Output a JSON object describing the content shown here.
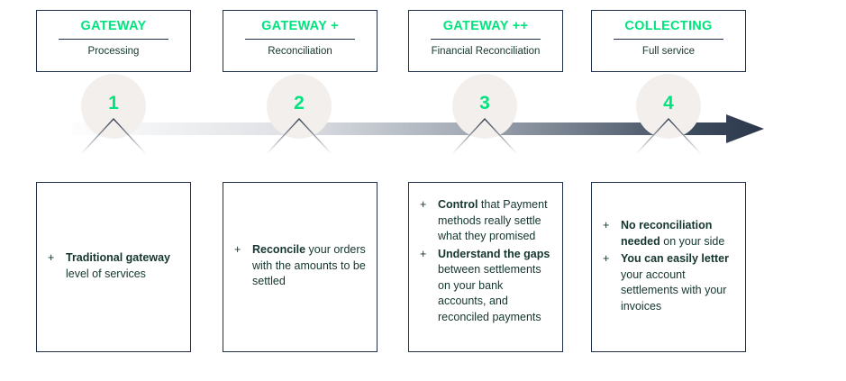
{
  "diagram": {
    "title_colors": {
      "accent_green": "#00e47e",
      "dark_navy": "#1f2f4a",
      "dark_green_text": "#14352e",
      "circle_fill": "#f3efed",
      "arrow_start": "#fcfcfc",
      "arrow_end": "#2b374a"
    },
    "steps": [
      {
        "number": "1",
        "title": "GATEWAY",
        "subtitle": "Processing",
        "bullets": [
          {
            "marker": "+",
            "bold": "Traditional gateway",
            "rest": " level of services"
          }
        ]
      },
      {
        "number": "2",
        "title": "GATEWAY +",
        "subtitle": "Reconciliation",
        "bullets": [
          {
            "marker": "+",
            "bold": "Reconcile",
            "rest": " your orders with the amounts to be settled"
          }
        ]
      },
      {
        "number": "3",
        "title": "GATEWAY ++",
        "subtitle": "Financial Reconciliation",
        "bullets": [
          {
            "marker": "+",
            "bold": "Control",
            "rest": " that Payment methods really settle what they promised"
          },
          {
            "marker": "+",
            "bold": "Understand the gaps",
            "rest": " between settlements on your bank accounts, and reconciled payments"
          }
        ]
      },
      {
        "number": "4",
        "title": "COLLECTING",
        "subtitle": "Full service",
        "bullets": [
          {
            "marker": "+",
            "bold": "No reconciliation needed",
            "rest": " on your side"
          },
          {
            "marker": "+",
            "bold": "You can easily letter",
            "rest": " your account settlements with your invoices"
          }
        ]
      }
    ],
    "arrow": {
      "name": "maturity-progress-arrow",
      "direction": "left-to-right"
    }
  }
}
